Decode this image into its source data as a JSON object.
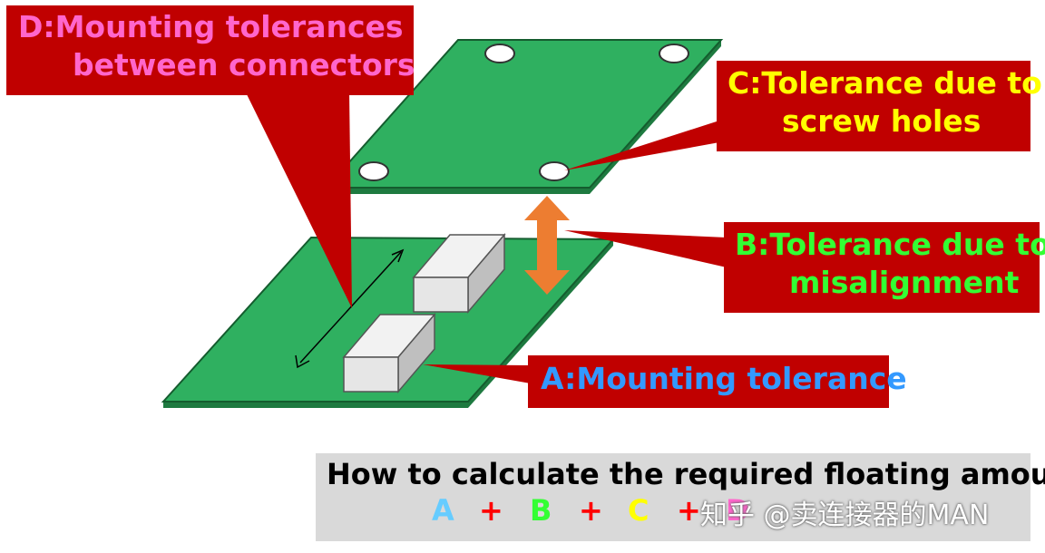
{
  "callouts": {
    "d": {
      "line1": "D:Mounting tolerances",
      "line2": "between connectors"
    },
    "c": {
      "line1": "C:Tolerance due to",
      "line2": "screw holes"
    },
    "b": {
      "line1": "B:Tolerance due to",
      "line2": "misalignment"
    },
    "a": {
      "line1": "A:Mounting tolerance"
    }
  },
  "formula": {
    "title": "How to calculate the required floating amount",
    "terms": [
      "A",
      "+",
      "B",
      "+",
      "C",
      "+",
      "D"
    ]
  },
  "watermark": {
    "text": "知乎 @卖连接器的MAN"
  },
  "colors": {
    "callout_bg": "#c00000",
    "board_green": "#2fb060",
    "arrow_orange": "#ed7d31",
    "label_d": "#ff66cc",
    "label_c": "#ffff00",
    "label_b": "#33ff33",
    "label_a": "#3399ff",
    "plus": "#ff0000"
  }
}
